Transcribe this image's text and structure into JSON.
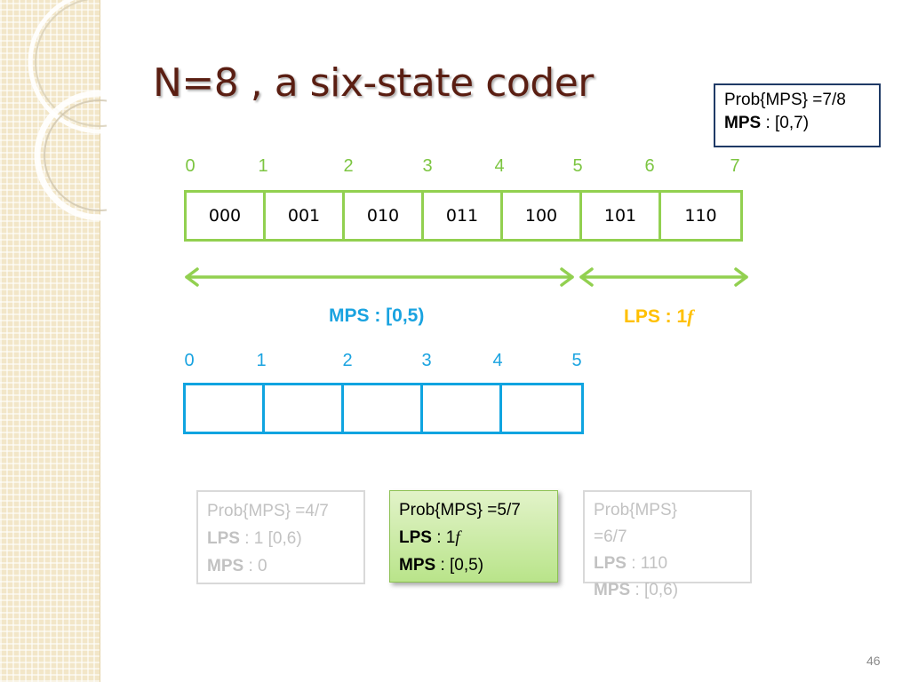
{
  "title": "N=8 , a six-state coder",
  "top_box": {
    "line1": "Prob{MPS} =7/8",
    "line2_bold": "MPS",
    "line2_rest": " : [0,7)"
  },
  "top_numbers": [
    "0",
    "1",
    "2",
    "3",
    "4",
    "5",
    "6",
    "7"
  ],
  "code_cells": [
    "000",
    "001",
    "010",
    "011",
    "100",
    "101",
    "110"
  ],
  "mps_label": "MPS : [0,5)",
  "lps_label": {
    "text": "LPS : 1",
    "italic": "f"
  },
  "bottom_numbers": [
    "0",
    "1",
    "2",
    "3",
    "4",
    "5"
  ],
  "cards": [
    {
      "line1": "Prob{MPS} =4/7",
      "lps_bold": "LPS",
      "lps_rest": " : 1 [0,6)",
      "mps_bold": "MPS",
      "mps_rest": " : 0"
    },
    {
      "line1": "Prob{MPS} =5/7",
      "lps_bold": "LPS",
      "lps_rest": " : 1",
      "lps_italic": "f",
      "mps_bold": "MPS",
      "mps_rest": " : [0,5)"
    },
    {
      "line1a": "Prob{MPS}",
      "line1b": "=6/7",
      "lps_bold": "LPS",
      "lps_rest": " : 110",
      "mps_bold": "MPS",
      "mps_rest": " : [0,6)"
    }
  ],
  "page_number": "46",
  "colors": {
    "title": "#5a1e12",
    "green": "#92d050",
    "blue": "#0fa4e0",
    "lps": "#ffc000",
    "navy": "#1f3a66"
  }
}
